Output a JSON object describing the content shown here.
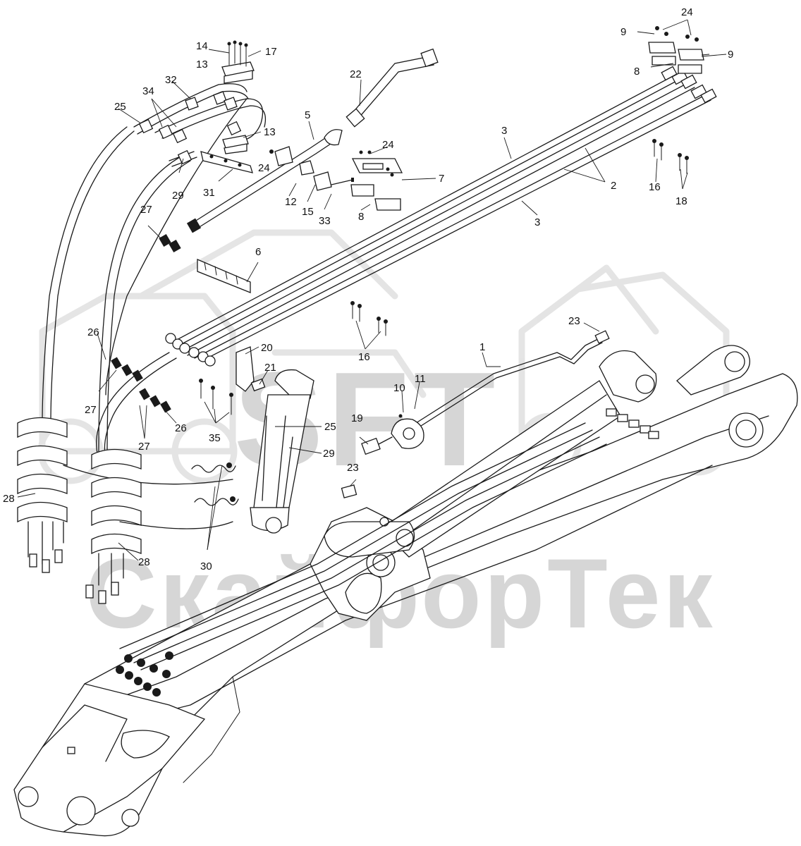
{
  "watermark": {
    "brand": "SFT",
    "company": "СкайфорТек",
    "color": "#d6d6d6"
  },
  "callouts": [
    {
      "id": "c1",
      "text": "1"
    },
    {
      "id": "c2",
      "text": "2"
    },
    {
      "id": "c3a",
      "text": "3"
    },
    {
      "id": "c3b",
      "text": "3"
    },
    {
      "id": "c5",
      "text": "5"
    },
    {
      "id": "c6",
      "text": "6"
    },
    {
      "id": "c7",
      "text": "7"
    },
    {
      "id": "c8a",
      "text": "8"
    },
    {
      "id": "c8b",
      "text": "8"
    },
    {
      "id": "c9a",
      "text": "9"
    },
    {
      "id": "c9b",
      "text": "9"
    },
    {
      "id": "c10",
      "text": "10"
    },
    {
      "id": "c11",
      "text": "11"
    },
    {
      "id": "c12",
      "text": "12"
    },
    {
      "id": "c13a",
      "text": "13"
    },
    {
      "id": "c13b",
      "text": "13"
    },
    {
      "id": "c14",
      "text": "14"
    },
    {
      "id": "c15",
      "text": "15"
    },
    {
      "id": "c16a",
      "text": "16"
    },
    {
      "id": "c16b",
      "text": "16"
    },
    {
      "id": "c17",
      "text": "17"
    },
    {
      "id": "c18",
      "text": "18"
    },
    {
      "id": "c19",
      "text": "19"
    },
    {
      "id": "c20",
      "text": "20"
    },
    {
      "id": "c21",
      "text": "21"
    },
    {
      "id": "c22",
      "text": "22"
    },
    {
      "id": "c23a",
      "text": "23"
    },
    {
      "id": "c23b",
      "text": "23"
    },
    {
      "id": "c24a",
      "text": "24"
    },
    {
      "id": "c24b",
      "text": "24"
    },
    {
      "id": "c24c",
      "text": "24"
    },
    {
      "id": "c25a",
      "text": "25"
    },
    {
      "id": "c25b",
      "text": "25"
    },
    {
      "id": "c26a",
      "text": "26"
    },
    {
      "id": "c26b",
      "text": "26"
    },
    {
      "id": "c27a",
      "text": "27"
    },
    {
      "id": "c27b",
      "text": "27"
    },
    {
      "id": "c27c",
      "text": "27"
    },
    {
      "id": "c28a",
      "text": "28"
    },
    {
      "id": "c28b",
      "text": "28"
    },
    {
      "id": "c29a",
      "text": "29"
    },
    {
      "id": "c29b",
      "text": "29"
    },
    {
      "id": "c30",
      "text": "30"
    },
    {
      "id": "c31",
      "text": "31"
    },
    {
      "id": "c32",
      "text": "32"
    },
    {
      "id": "c33",
      "text": "33"
    },
    {
      "id": "c34",
      "text": "34"
    },
    {
      "id": "c35",
      "text": "35"
    }
  ]
}
